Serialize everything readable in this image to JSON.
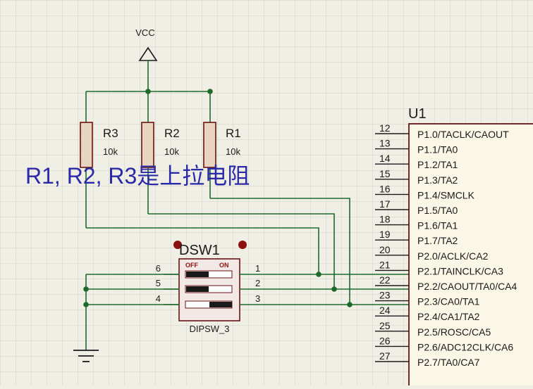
{
  "power": {
    "label": "VCC"
  },
  "resistors": [
    {
      "ref": "R3",
      "value": "10k"
    },
    {
      "ref": "R2",
      "value": "10k"
    },
    {
      "ref": "R1",
      "value": "10k"
    }
  ],
  "annotation": "R1, R2, R3是上拉电阻",
  "dipswitch": {
    "ref": "DSW1",
    "part": "DIPSW_3",
    "off_label": "OFF",
    "on_label": "ON",
    "left_pins": [
      "6",
      "5",
      "4"
    ],
    "right_pins": [
      "1",
      "2",
      "3"
    ],
    "positions": [
      "off",
      "off",
      "on"
    ]
  },
  "mcu": {
    "ref": "U1",
    "pins": [
      {
        "num": "12",
        "name": "P1.0/TACLK/CAOUT"
      },
      {
        "num": "13",
        "name": "P1.1/TA0"
      },
      {
        "num": "14",
        "name": "P1.2/TA1"
      },
      {
        "num": "15",
        "name": "P1.3/TA2"
      },
      {
        "num": "16",
        "name": "P1.4/SMCLK"
      },
      {
        "num": "17",
        "name": "P1.5/TA0"
      },
      {
        "num": "18",
        "name": "P1.6/TA1"
      },
      {
        "num": "19",
        "name": "P1.7/TA2"
      },
      {
        "num": "20",
        "name": "P2.0/ACLK/CA2"
      },
      {
        "num": "21",
        "name": "P2.1/TAINCLK/CA3"
      },
      {
        "num": "22",
        "name": "P2.2/CAOUT/TA0/CA4"
      },
      {
        "num": "23",
        "name": "P2.3/CA0/TA1"
      },
      {
        "num": "24",
        "name": "P2.4/CA1/TA2"
      },
      {
        "num": "25",
        "name": "P2.5/ROSC/CA5"
      },
      {
        "num": "26",
        "name": "P2.6/ADC12CLK/CA6"
      },
      {
        "num": "27",
        "name": "P2.7/TA0/CA7"
      }
    ]
  },
  "colors": {
    "background": "#f0efe6",
    "grid": "#d4d2c4",
    "wire": "#1e6a2b",
    "body_outline": "#6b1212",
    "resistor_fill": "#e8d5c0",
    "chip_fill": "#fbf7e6",
    "switch_fill": "#f2e8e6",
    "pin_marker": "#8b1010",
    "annotation": "#2a2aa8",
    "text": "#1a1a1a"
  }
}
